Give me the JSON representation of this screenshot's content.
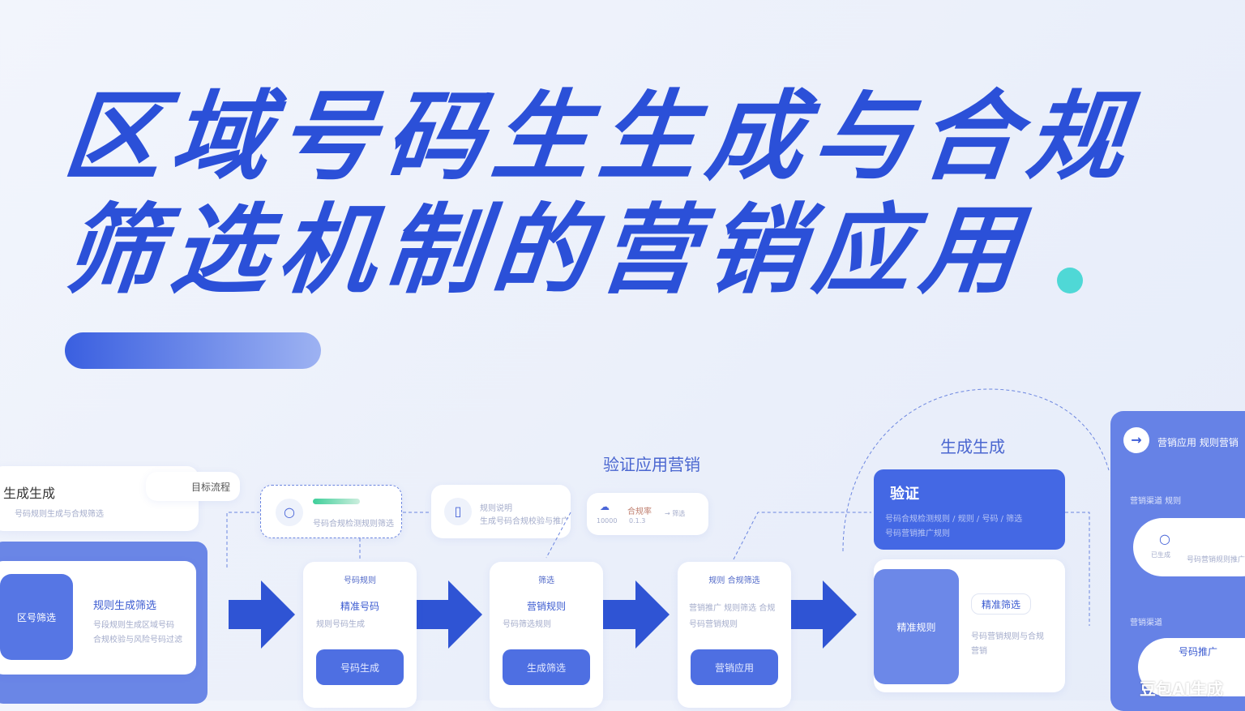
{
  "title": {
    "line1": "区域号码生生成与合规",
    "line2": "筛选机制的营销应用",
    "accent_color": "#2b50d8",
    "dot_color": "#4fd8d6"
  },
  "left_panel": {
    "header": "生成生成",
    "subtext": "号码规则生成与合规筛选",
    "tag": "目标流程",
    "box_label": "区号筛选",
    "heading": "规则生成筛选",
    "desc1": "号段规则生成区域号码",
    "desc2": "合规校验与风险号码过滤"
  },
  "flow_top": {
    "card1_text": "号码合规检测规则筛选",
    "card2_title": "规则说明",
    "card2_text": "生成号码合规校验与推广",
    "card3_a": "10000",
    "card3_b": "合规率",
    "card3_c": "0.1.3",
    "card3_d": "→ 筛选"
  },
  "section_title_mid": "验证应用营销",
  "steps": [
    {
      "top": "号码规则",
      "heading": "精准号码",
      "desc": "规则号码生成",
      "button": "号码生成"
    },
    {
      "top": "筛选",
      "heading": "营销规则",
      "desc": "号码筛选规则",
      "button": "生成筛选"
    },
    {
      "top": "规则 合规筛选",
      "heading": "",
      "desc": "营销推广 规则筛选 合规",
      "desc2": "号码营销规则",
      "button": "营销应用"
    }
  ],
  "right_section": {
    "title": "生成生成",
    "verify_title": "验证",
    "verify_desc": "号码合规检测规则 / 规则 / 号码 / 筛选",
    "verify_desc2": "号码营销推广规则",
    "box_label": "精准规则",
    "tag": "精准筛选",
    "desc": "号码营销规则与合规",
    "desc2": "营销"
  },
  "far_right": {
    "header": "营销应用 规则营销",
    "section1": "营销渠道 规则",
    "item1_label": "已生成",
    "item1_text": "号码营销规则推广",
    "section2": "营销渠道",
    "item2_text": "号码推广"
  },
  "watermark": "豆包AI生成"
}
